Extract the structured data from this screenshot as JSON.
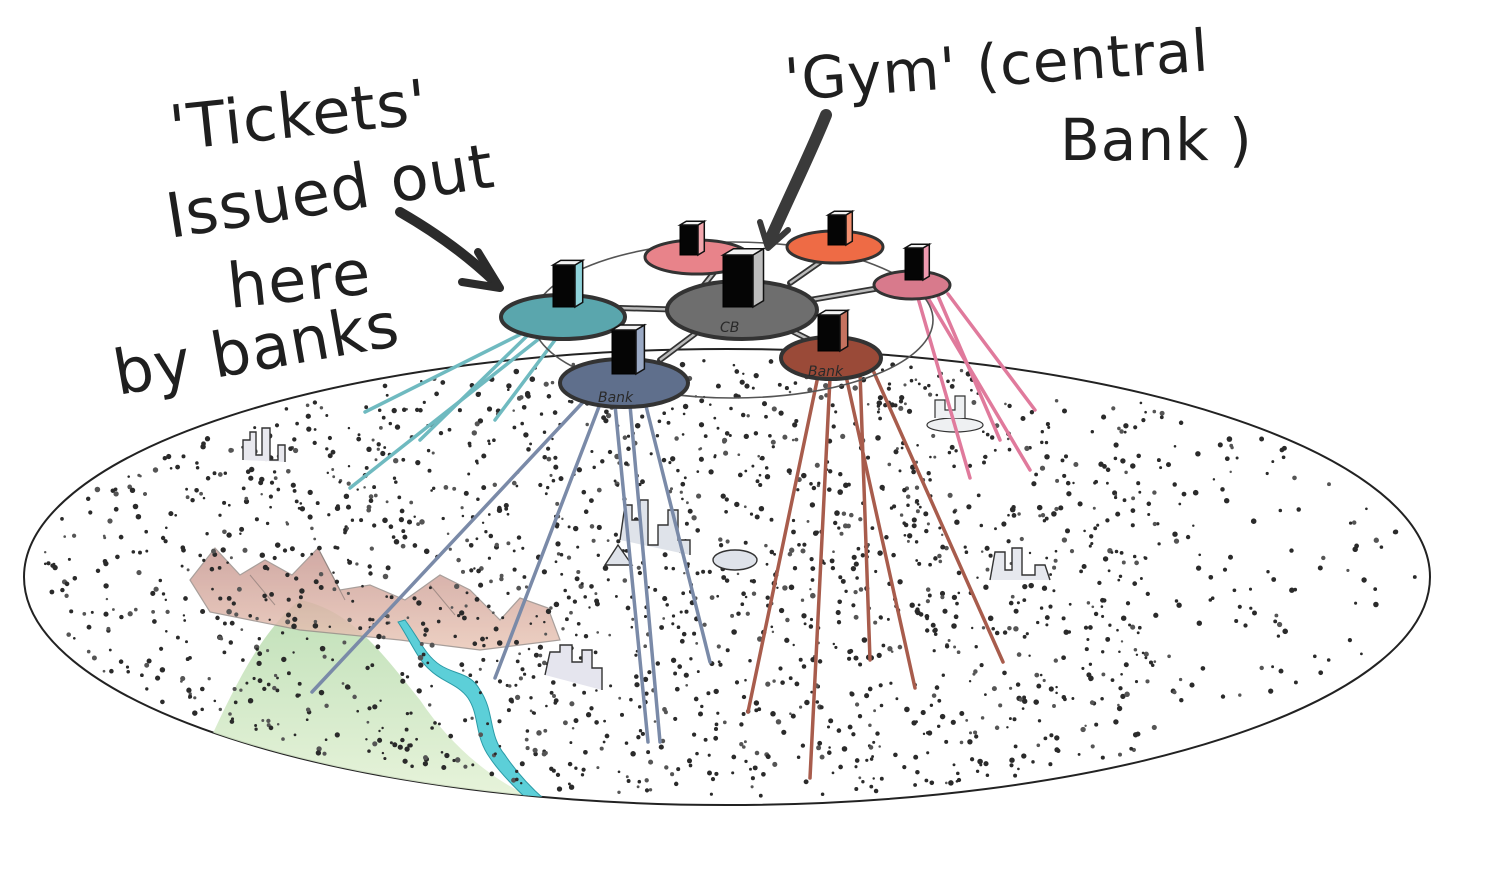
{
  "annotations": {
    "tickets": {
      "lines": [
        "'Tickets'",
        "Issued out",
        "here",
        "by banks"
      ]
    },
    "gym": {
      "lines": [
        "'Gym' (central",
        "Bank )"
      ]
    }
  },
  "nodes": {
    "central": {
      "label": "CB",
      "color": "#6e6e6e"
    },
    "teal": {
      "label": "",
      "color": "#5aa6ad"
    },
    "blue": {
      "label": "Bank",
      "color": "#5f6f8c"
    },
    "brown": {
      "label": "Bank",
      "color": "#9a4a38"
    },
    "pink": {
      "label": "",
      "color": "#d87a8c"
    },
    "salmon": {
      "label": "",
      "color": "#e8838a"
    },
    "orange": {
      "label": "",
      "color": "#ee6b45"
    }
  },
  "colors": {
    "teal_lines": "#6fbac0",
    "blue_lines": "#7a8aa8",
    "brown_lines": "#a85c4c",
    "pink_lines": "#e07a9c",
    "river": "#5ccfd8",
    "mountain": "#d8a8a0",
    "valley": "#c8e6c0"
  }
}
